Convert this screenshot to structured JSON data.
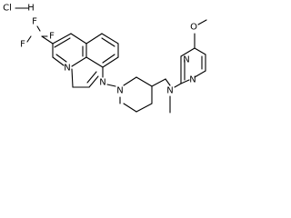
{
  "structure": {
    "salt": {
      "cl": "Cl",
      "h": "H"
    },
    "atoms": {
      "f1": "F",
      "f2": "F",
      "f3": "F",
      "n_naph_top": "N",
      "n_naph_bottom": "N",
      "n_piperidine": "N",
      "n_amine": "N",
      "n_pyr_a": "N",
      "n_pyr_b": "N",
      "o_methoxy": "O"
    }
  }
}
